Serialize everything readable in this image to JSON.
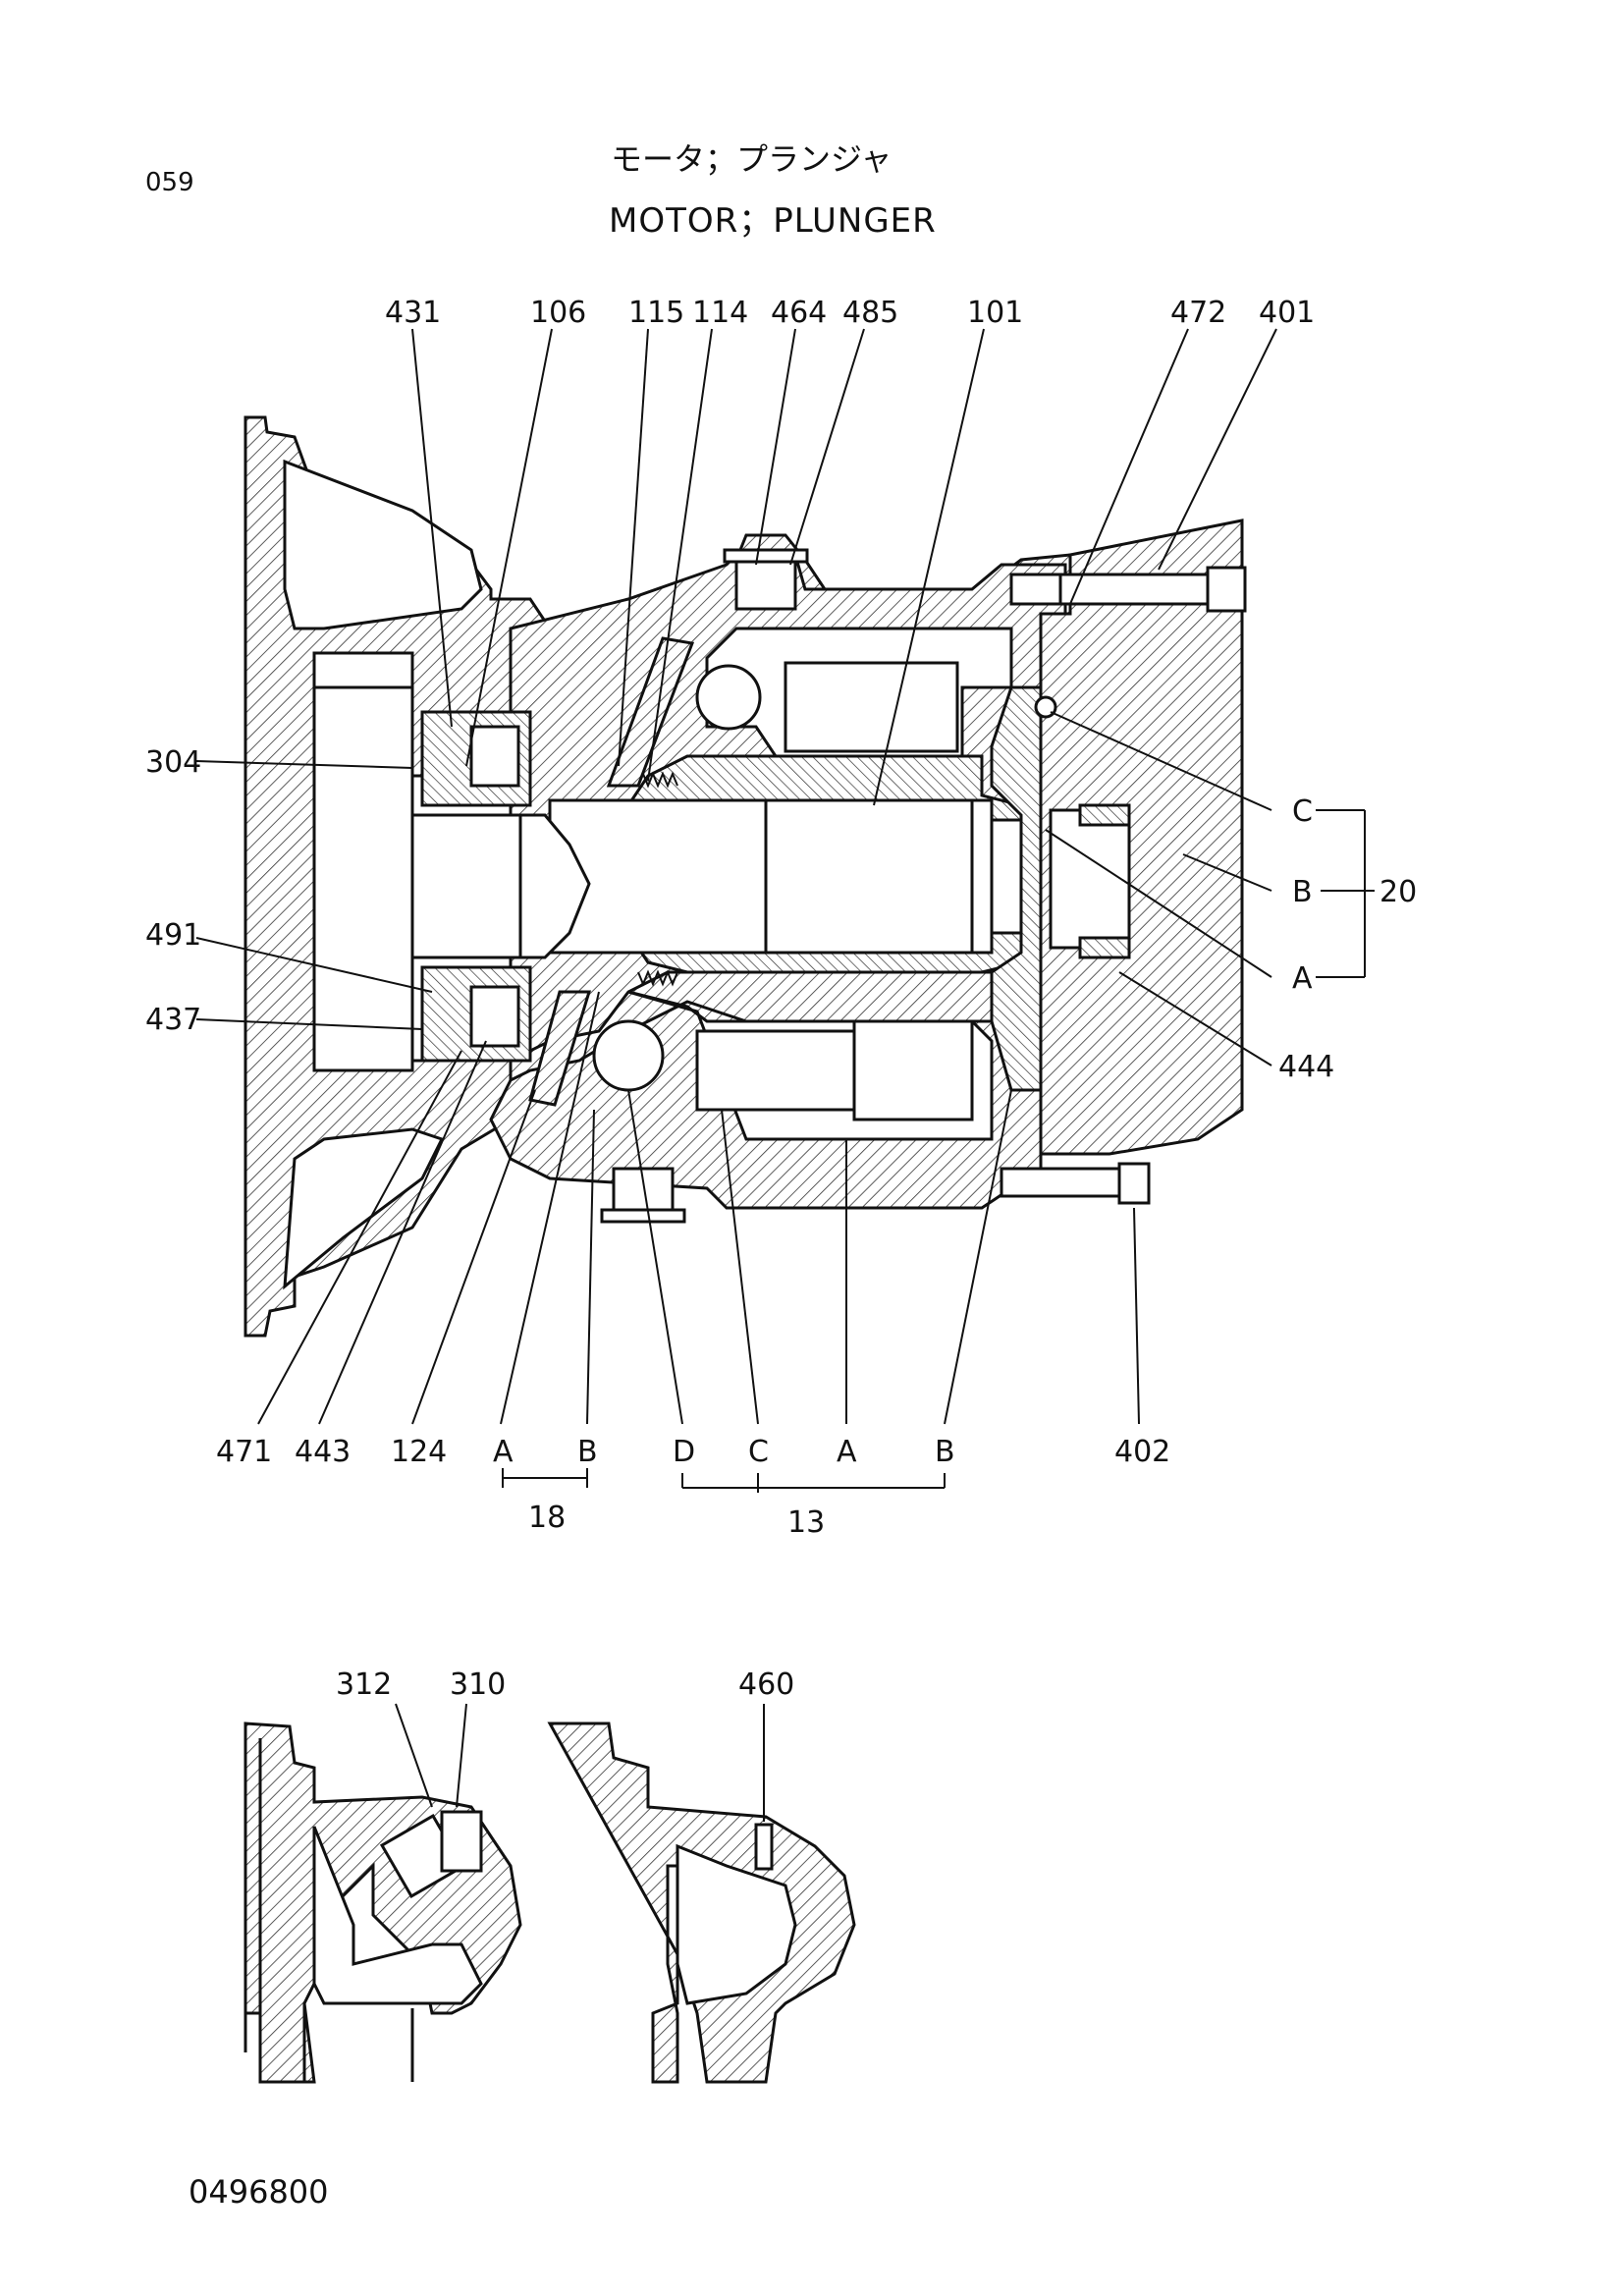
{
  "page": {
    "page_number": "059",
    "drawing_number": "0496800"
  },
  "title": {
    "japanese": "モータ；プランジャ",
    "english": "MOTOR；PLUNGER"
  },
  "main_view": {
    "top_callouts": [
      "431",
      "106",
      "115",
      "114",
      "464",
      "485",
      "101",
      "472",
      "401"
    ],
    "left_callouts": [
      "304",
      "491",
      "437"
    ],
    "right_callouts": [
      "C",
      "B",
      "A",
      "444"
    ],
    "right_group": "20",
    "bottom_callouts": [
      "471",
      "443",
      "124",
      "A",
      "B",
      "D",
      "C",
      "A",
      "B",
      "402"
    ],
    "bottom_groups": [
      "18",
      "13"
    ]
  },
  "detail_left": {
    "callouts": [
      "312",
      "310"
    ]
  },
  "detail_right": {
    "callouts": [
      "460"
    ]
  }
}
